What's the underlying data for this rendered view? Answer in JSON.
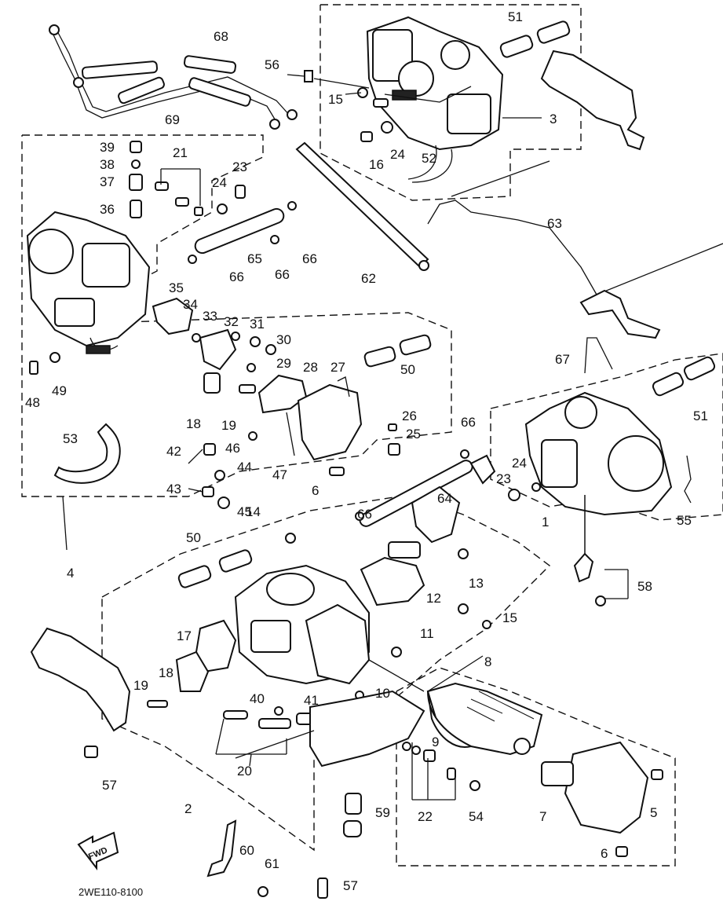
{
  "diagram": {
    "drawing_code": "2WE110-8100",
    "fwd_label": "FWD",
    "callouts": [
      "1",
      "2",
      "3",
      "4",
      "5",
      "6",
      "6",
      "7",
      "8",
      "9",
      "10",
      "11",
      "12",
      "13",
      "14",
      "15",
      "15",
      "16",
      "17",
      "18",
      "18",
      "19",
      "19",
      "20",
      "21",
      "22",
      "23",
      "23",
      "24",
      "24",
      "24",
      "25",
      "26",
      "27",
      "28",
      "29",
      "30",
      "31",
      "32",
      "33",
      "34",
      "35",
      "36",
      "37",
      "38",
      "39",
      "40",
      "41",
      "42",
      "43",
      "44",
      "45",
      "46",
      "47",
      "48",
      "49",
      "50",
      "50",
      "51",
      "51",
      "52",
      "53",
      "54",
      "55",
      "56",
      "57",
      "57",
      "58",
      "59",
      "60",
      "61",
      "62",
      "63",
      "64",
      "65",
      "66",
      "66",
      "66",
      "66",
      "66",
      "67",
      "68",
      "69"
    ]
  }
}
